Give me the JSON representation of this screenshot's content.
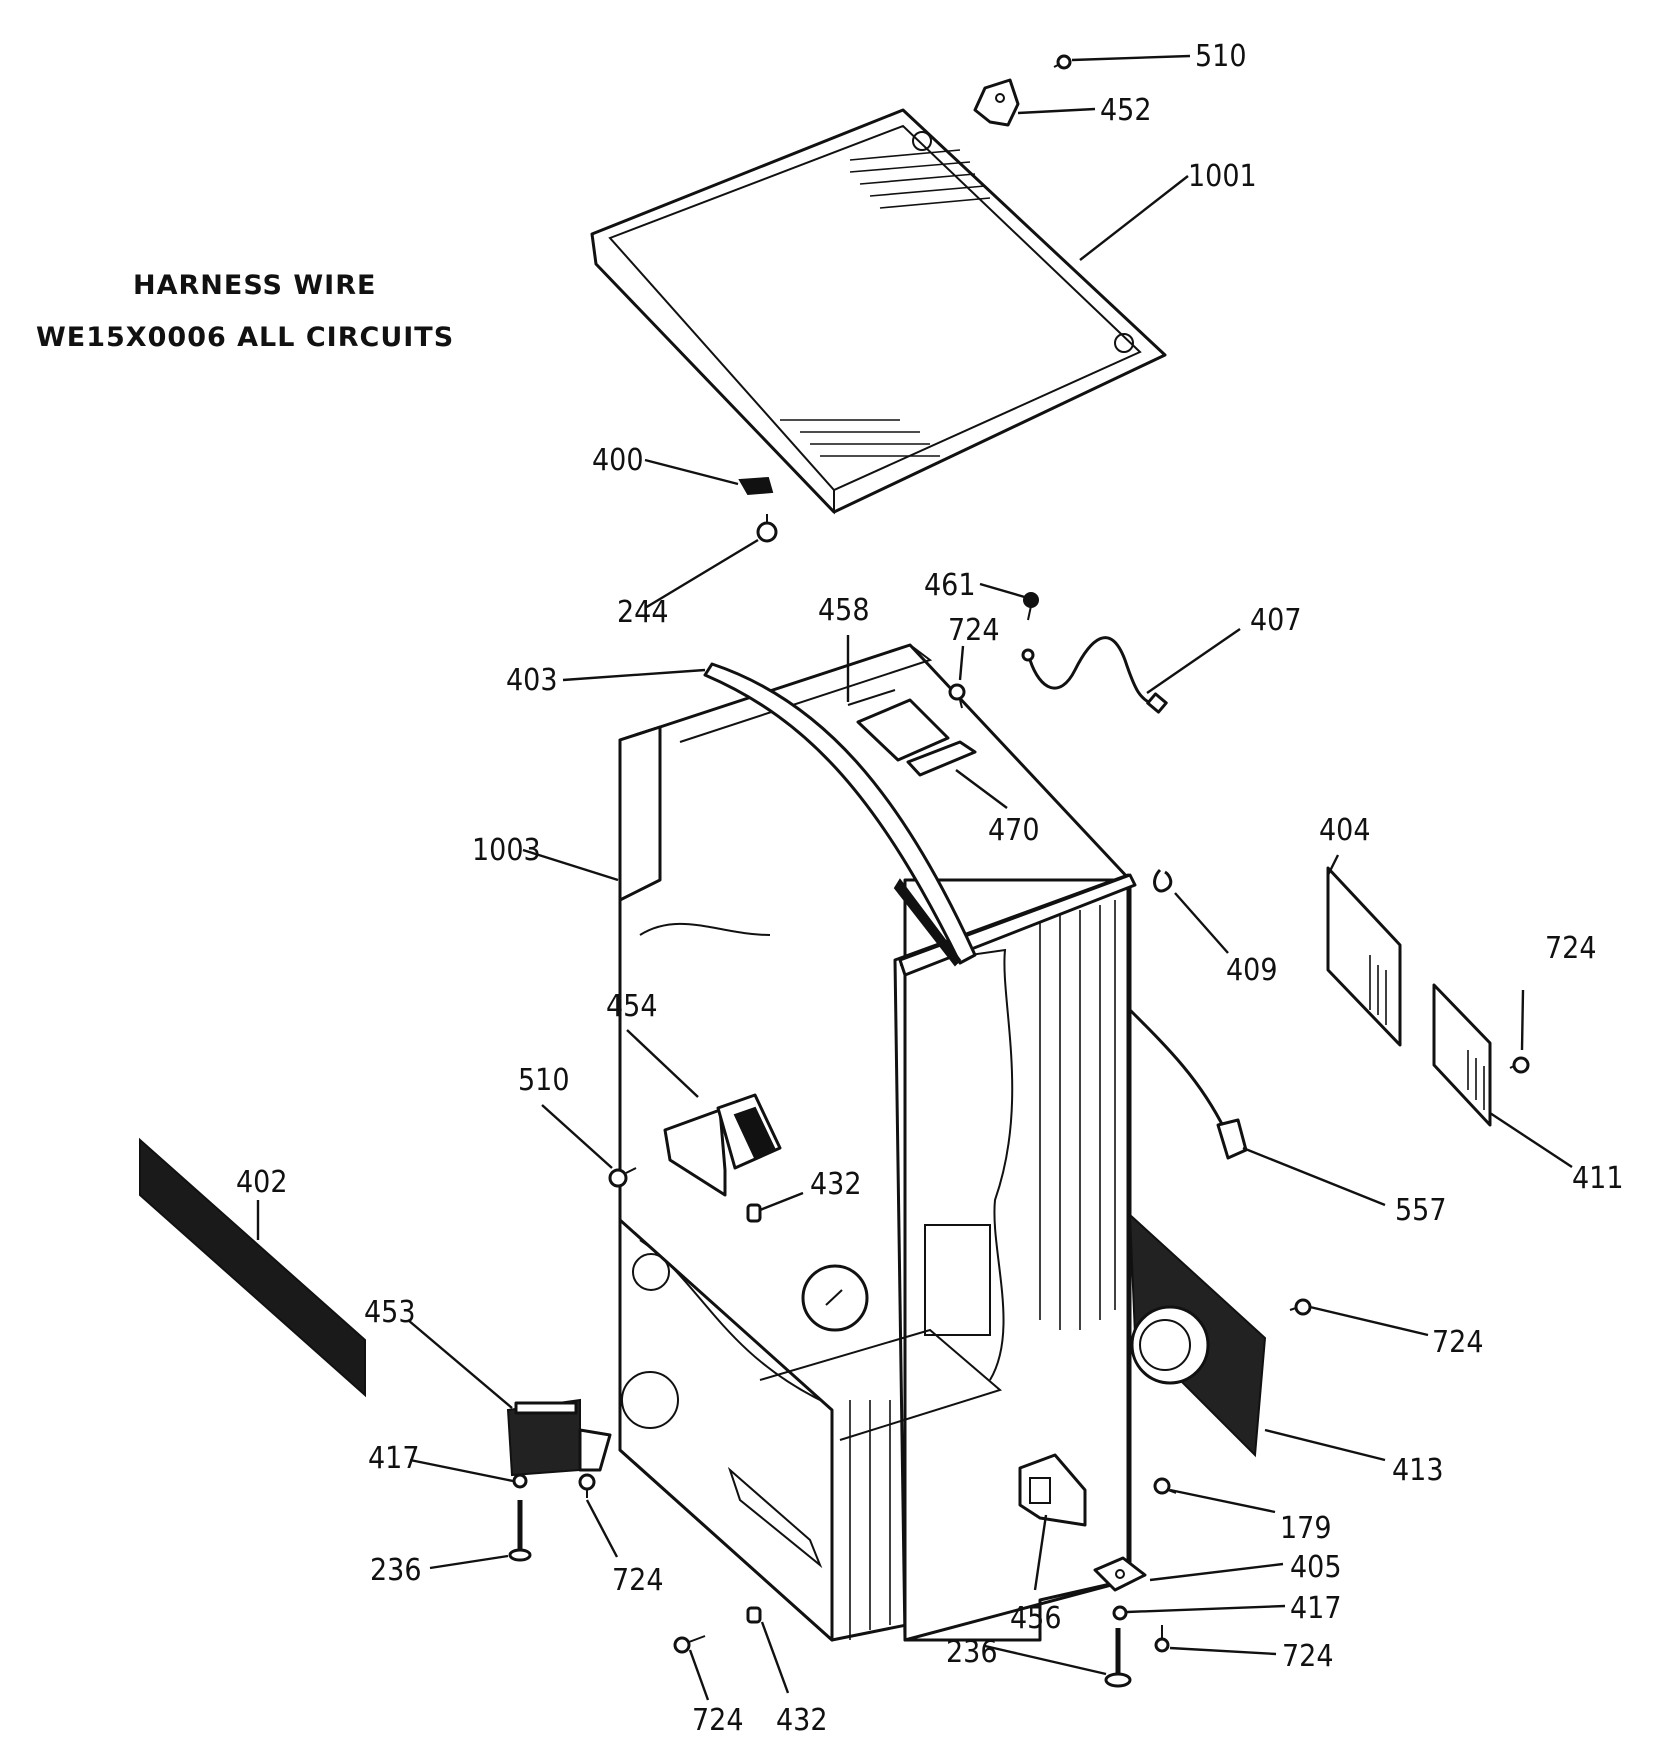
{
  "note": {
    "line1": "HARNESS WIRE",
    "line2": "WE15X0006 ALL CIRCUITS"
  },
  "parts": {
    "p510a": "510",
    "p452": "452",
    "p1001": "1001",
    "p400": "400",
    "p244": "244",
    "p461": "461",
    "p458": "458",
    "p724a": "724",
    "p407": "407",
    "p403": "403",
    "p1003": "1003",
    "p470": "470",
    "p404": "404",
    "p724b": "724",
    "p409": "409",
    "p454": "454",
    "p510b": "510",
    "p432a": "432",
    "p411": "411",
    "p557": "557",
    "p402": "402",
    "p453": "453",
    "p724c": "724",
    "p417a": "417",
    "p413": "413",
    "p236a": "236",
    "p724d": "724",
    "p179": "179",
    "p405": "405",
    "p417b": "417",
    "p456": "456",
    "p236b": "236",
    "p724e": "724",
    "p724f": "724",
    "p432b": "432"
  }
}
